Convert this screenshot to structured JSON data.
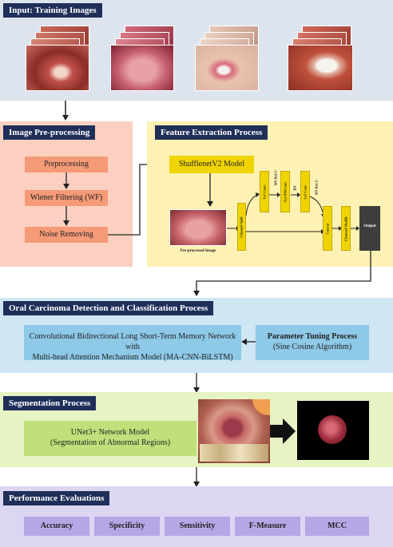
{
  "sections": {
    "input": {
      "title": "Input: Training Images"
    },
    "preprocessing": {
      "title": "Image Pre-processing",
      "steps": [
        "Preprocessing",
        "Wiener Filtering (WF)",
        "Noise Removing"
      ]
    },
    "feature": {
      "title": "Feature Extraction Process",
      "model": "ShufflenetV2 Model",
      "image_caption": "Pre-processed Image",
      "blocks": {
        "channel_split": "Channel Split",
        "conv1": "1x1 Conv",
        "bn_relu1": "BN ReLU",
        "dwconv": "3x3 DWConv",
        "bn": "BN",
        "conv2": "1x1 Conv",
        "bn_relu2": "BN ReLU",
        "concat": "Concat",
        "channel_shuffle": "Channel Shuffle",
        "output": "Output"
      }
    },
    "detection": {
      "title": "Oral Carcinoma Detection and Classification Process",
      "model_line1": "Convolutional Bidirectional Long Short-Term Memory Network with",
      "model_line2": "Multi-head Attention Mechanism Model (MA-CNN-BiLSTM)",
      "tuning_title": "Parameter Tuning Process",
      "tuning_sub": "(Sine Cosine Algorithm)"
    },
    "segmentation": {
      "title": "Segmentation Process",
      "model_line1": "UNet3+ Network Model",
      "model_line2": "(Segmentation of Abnormal Regions)"
    },
    "performance": {
      "title": "Performance Evaluations",
      "metrics": [
        "Accuracy",
        "Specificity",
        "Sensitivity",
        "F-Measure",
        "MCC"
      ]
    }
  },
  "colors": {
    "header": "#1f2f5a",
    "input_band": "#dde4ee",
    "preprocess_band": "#fbd0c0",
    "preprocess_box": "#f59a77",
    "feature_band": "#fdf1b3",
    "feature_box": "#f0d400",
    "detection_band": "#cfe6f3",
    "detection_box": "#8ec9e8",
    "segmentation_band": "#e6f3c2",
    "segmentation_box": "#bfe07a",
    "performance_band": "#ddd6f3",
    "metric_box": "#b7a6e6"
  }
}
